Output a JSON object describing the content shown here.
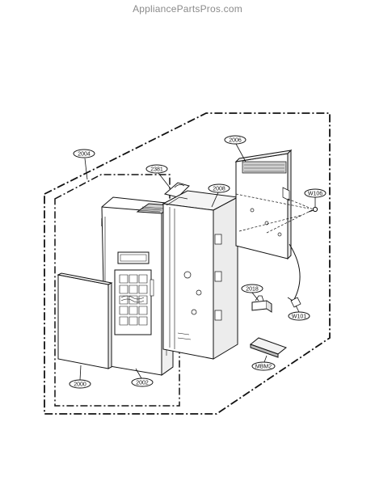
{
  "watermark": "AppliancePartsPros.com",
  "labels": {
    "l2004": "2004",
    "l2381": "2381",
    "l2008": "2008",
    "l2006": "2006",
    "lW106": "W106",
    "l2018": "2018",
    "lW101": "W101",
    "lMBM2": "MBM2",
    "l2000": "2000",
    "l2002": "2002"
  }
}
